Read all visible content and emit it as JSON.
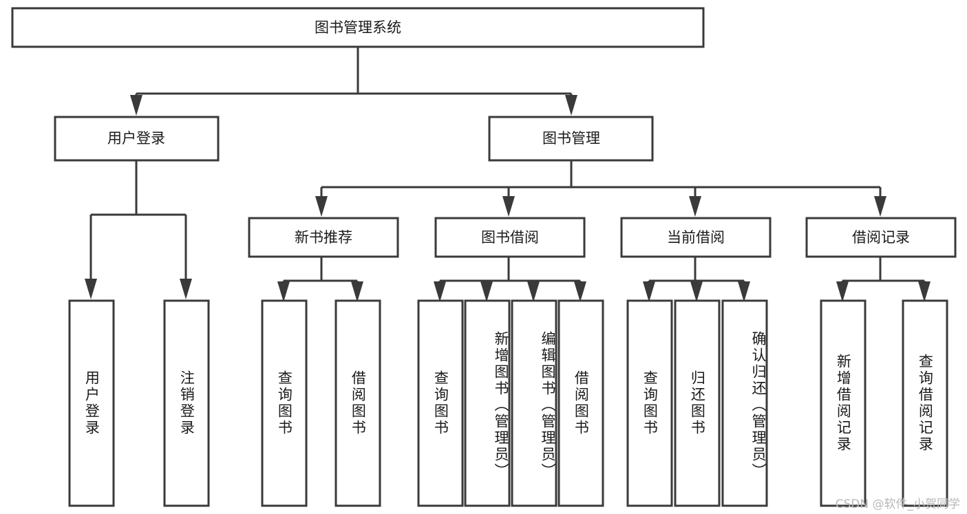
{
  "diagram": {
    "title": "图书管理系统",
    "type": "hierarchy-tree",
    "orientation": "top-down",
    "colors": {
      "box_fill": "#ffffff",
      "box_stroke": "#3a3a3a",
      "connector": "#3a3a3a",
      "text": "#1a1a1a",
      "background": "#ffffff",
      "watermark": "#b8b8b8"
    },
    "levels": 4
  },
  "nodes": {
    "root": {
      "label": "图书管理系统",
      "level": 1,
      "orientation": "horizontal"
    },
    "l2": [
      {
        "label": "用户登录",
        "level": 2,
        "orientation": "horizontal"
      },
      {
        "label": "图书管理",
        "level": 2,
        "orientation": "horizontal"
      }
    ],
    "l3": [
      {
        "label": "新书推荐",
        "level": 3,
        "orientation": "horizontal"
      },
      {
        "label": "图书借阅",
        "level": 3,
        "orientation": "horizontal"
      },
      {
        "label": "当前借阅",
        "level": 3,
        "orientation": "horizontal"
      },
      {
        "label": "借阅记录",
        "level": 3,
        "orientation": "horizontal"
      }
    ],
    "leaves_user_login": [
      {
        "label": "用户登录",
        "level": 3,
        "orientation": "vertical"
      },
      {
        "label": "注销登录",
        "level": 3,
        "orientation": "vertical"
      }
    ],
    "leaves_new_book": [
      {
        "label": "查询图书",
        "level": 4,
        "orientation": "vertical"
      },
      {
        "label": "借阅图书",
        "level": 4,
        "orientation": "vertical"
      }
    ],
    "leaves_borrow": [
      {
        "label": "查询图书",
        "level": 4,
        "orientation": "vertical"
      },
      {
        "label": "新增图书（管理员）",
        "level": 4,
        "orientation": "vertical"
      },
      {
        "label": "编辑图书（管理员）",
        "level": 4,
        "orientation": "vertical"
      },
      {
        "label": "借阅图书",
        "level": 4,
        "orientation": "vertical"
      }
    ],
    "leaves_current": [
      {
        "label": "查询图书",
        "level": 4,
        "orientation": "vertical"
      },
      {
        "label": "归还图书",
        "level": 4,
        "orientation": "vertical"
      },
      {
        "label": "确认归还（管理员）",
        "level": 4,
        "orientation": "vertical"
      }
    ],
    "leaves_records": [
      {
        "label": "新增借阅记录",
        "level": 4,
        "orientation": "vertical"
      },
      {
        "label": "查询借阅记录",
        "level": 4,
        "orientation": "vertical"
      }
    ]
  },
  "watermark": {
    "text": "CSDN @软件_小贺同学"
  }
}
